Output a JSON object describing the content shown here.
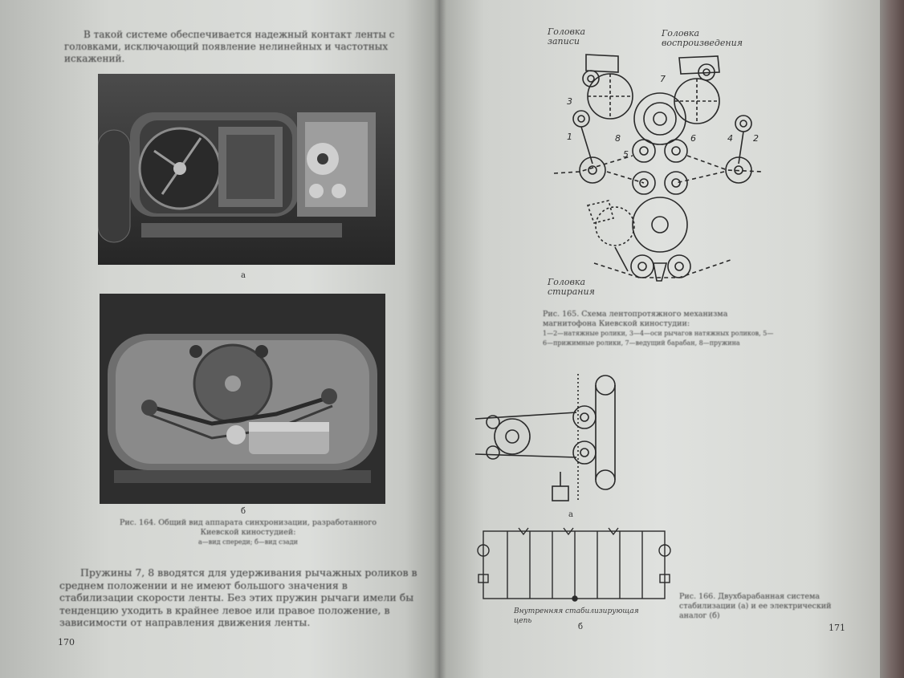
{
  "left_page": {
    "intro_text": "В такой системе обеспечивается надежный контакт ленты с головками, исключающий появление нелинейных и частотных искажений.",
    "fig_a_label": "а",
    "fig_b_label": "б",
    "caption_title": "Рис. 164. Общий вид аппарата синхронизации, разработанного Киевской киностудией:",
    "caption_sub": "а—вид спереди; б—вид сзади",
    "body_text": "Пружины 7, 8 вводятся для удерживания рычажных роликов в среднем положении и не имеют большого значения в стабилизации скорости ленты. Без этих пружин рычаги имели бы тенденцию уходить в крайнее левое или правое положение, в зависимости от направления движения ленты.",
    "page_number": "170"
  },
  "right_page": {
    "label_record_head": "Головка записи",
    "label_playback_head": "Головка воспроизведения",
    "label_erase_head": "Головка стирания",
    "caption_165_title": "Рис. 165. Схема лентопротяжного механизма магнитофона Киевской киностудии:",
    "caption_165_sub": "1—2—натяжные ролики, 3—4—оси рычагов натяжных роликов, 5—6—прижимные ролики, 7—ведущий барабан, 8—пружина",
    "label_stabilizing_chain": "Внутренняя стабилизирующая цепь",
    "fig_a_label": "а",
    "fig_b_label": "б",
    "caption_166": "Рис. 166. Двухбарабанная система стабилизации (а) и ее электрический аналог (б)",
    "page_number": "171",
    "diagram_numbers": [
      "3",
      "1",
      "8",
      "5",
      "6",
      "4",
      "2",
      "7"
    ]
  }
}
